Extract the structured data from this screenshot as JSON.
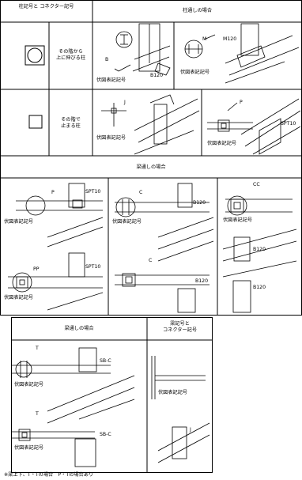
{
  "header": {
    "col1": "柱記号と\nコネクター記号",
    "col2": "柱通しの場合"
  },
  "row1": {
    "label": "その階から\n上に伸びる柱",
    "cell1": {
      "letter": "B",
      "dim": "B120",
      "caption": "伏図表記記号"
    },
    "cell2": {
      "letter": "M",
      "dim": "M120",
      "caption": "伏図表記記号"
    }
  },
  "row2": {
    "label": "その階で\n止まる柱",
    "cell1": {
      "letter": "J",
      "caption": "伏図表記記号"
    },
    "cell2": {
      "letter": "P",
      "dim": "SPT10",
      "caption": "伏図表記記号"
    }
  },
  "section2": {
    "title": "梁通しの場合",
    "a": {
      "letter": "P",
      "dim": "SPT10",
      "caption": "伏図表記記号"
    },
    "b": {
      "letter": "C",
      "dim": "B120",
      "caption": "伏図表記記号"
    },
    "c": {
      "letter": "CC",
      "dim": "B120",
      "caption": "伏図表記記号"
    },
    "d": {
      "letter": "PP",
      "dim": "SPT10",
      "caption": "伏図表記記号"
    },
    "e": {
      "letter": "C",
      "dim": "B120"
    },
    "f": {
      "dim": "B120"
    }
  },
  "section3": {
    "left_title": "梁通しの場合",
    "right_title": "梁記号と\nコネクター記号",
    "a": {
      "letter": "T",
      "dim": "SB-C",
      "caption": "伏図表記記号"
    },
    "b": {
      "letter": "T",
      "dim": "SB-C",
      "caption": "伏図表記記号"
    },
    "c": {
      "caption": "伏図表記記号"
    },
    "d": {
      "letter": "J"
    }
  },
  "footnote": "※梁上下、T・Tの場合　P・Tの場合あり"
}
